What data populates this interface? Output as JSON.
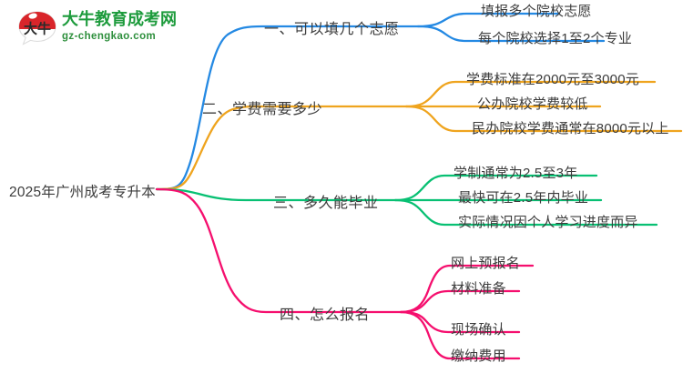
{
  "logo": {
    "mark_icon": "dianiu-speech-bubble-logo",
    "mark_text": "大牛",
    "title": "大牛教育成考网",
    "url": "gz-chengkao.com",
    "brand_green": "#1d9b3c",
    "brand_red": "#d9252a"
  },
  "mindmap": {
    "root": {
      "label": "2025年广州成考专升本"
    },
    "branches": [
      {
        "label": "一、可以填几个志愿",
        "color": "#2489E3",
        "leaves": [
          {
            "label": "填报多个院校志愿"
          },
          {
            "label": "每个院校选择1至2个专业"
          }
        ]
      },
      {
        "label": "二、学费需要多少",
        "color": "#EFA41E",
        "leaves": [
          {
            "label": "学费标准在2000元至3000元"
          },
          {
            "label": "公办院校学费较低"
          },
          {
            "label": "民办院校学费通常在8000元以上"
          }
        ]
      },
      {
        "label": "三、多久能毕业",
        "color": "#08C073",
        "leaves": [
          {
            "label": "学制通常为2.5至3年"
          },
          {
            "label": "最快可在2.5年内毕业"
          },
          {
            "label": "实际情况因个人学习进度而异"
          }
        ]
      },
      {
        "label": "四、怎么报名",
        "color": "#F50F6E",
        "leaves": [
          {
            "label": "网上预报名"
          },
          {
            "label": "材料准备"
          },
          {
            "label": "现场确认"
          },
          {
            "label": "缴纳费用"
          }
        ]
      }
    ]
  }
}
